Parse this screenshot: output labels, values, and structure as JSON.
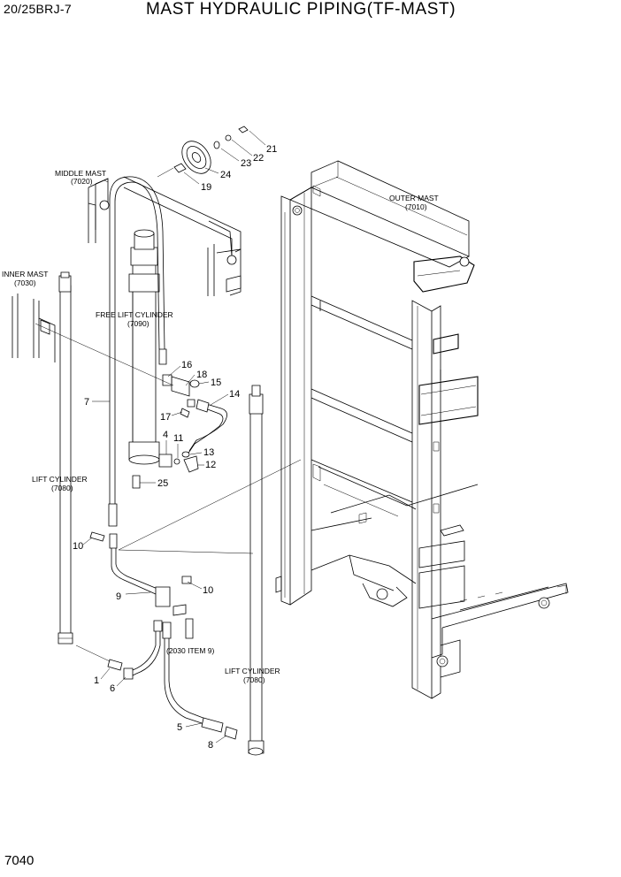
{
  "header": {
    "model": "20/25BRJ-7",
    "title": "MAST HYDRAULIC PIPING(TF-MAST)"
  },
  "footer": {
    "page_number": "7040"
  },
  "assembly_labels": {
    "middle_mast": "MIDDLE MAST",
    "middle_mast_ref": "(7020)",
    "outer_mast": "OUTER MAST",
    "outer_mast_ref": "(7010)",
    "inner_mast": "INNER MAST",
    "inner_mast_ref": "(7030)",
    "free_lift_cylinder": "FREE LIFT CYLINDER",
    "free_lift_cylinder_ref": "(7090)",
    "lift_cylinder_left": "LIFT CYLINDER",
    "lift_cylinder_left_ref": "(7080)",
    "lift_cylinder_right": "LIFT CYLINDER",
    "lift_cylinder_right_ref": "(7080)",
    "item_ref": "(2030 ITEM 9)"
  },
  "part_numbers": {
    "p21": "21",
    "p22": "22",
    "p23": "23",
    "p24": "24",
    "p19": "19",
    "p16": "16",
    "p18": "18",
    "p15": "15",
    "p14": "14",
    "p17": "17",
    "p4": "4",
    "p11": "11",
    "p13": "13",
    "p12": "12",
    "p25": "25",
    "p7": "7",
    "p10a": "10",
    "p10b": "10",
    "p9": "9",
    "p1": "1",
    "p6": "6",
    "p5": "5",
    "p8": "8"
  }
}
